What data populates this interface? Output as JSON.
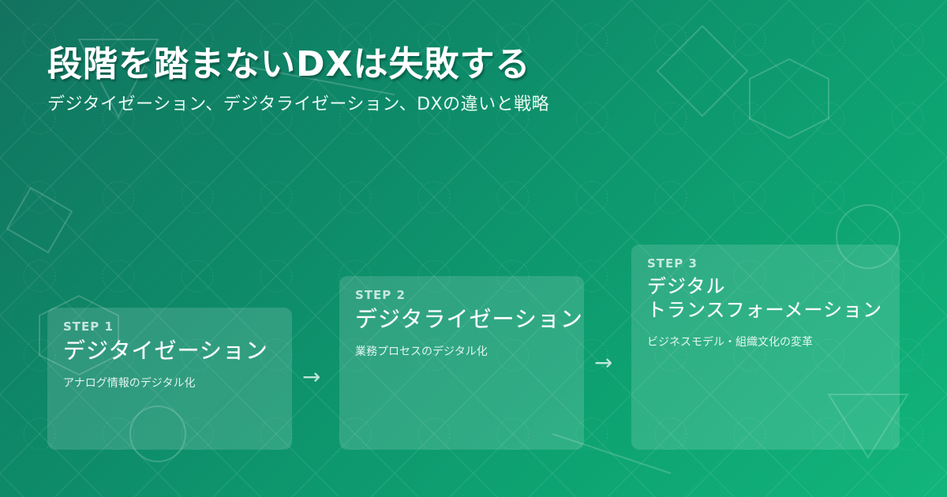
{
  "header": {
    "title": "段階を踏まないDXは失敗する",
    "subtitle": "デジタイゼーション、デジタライゼーション、DXの違いと戦略"
  },
  "steps": [
    {
      "label": "STEP 1",
      "title": "デジタイゼーション",
      "description": "アナログ情報のデジタル化"
    },
    {
      "label": "STEP 2",
      "title": "デジタライゼーション",
      "description": "業務プロセスのデジタル化"
    },
    {
      "label": "STEP 3",
      "title_line1": "デジタル",
      "title_line2": "トランスフォーメーション",
      "description": "ビジネスモデル・組織文化の変革"
    }
  ],
  "arrows": {
    "arrow_1": "→",
    "arrow_2": "→"
  },
  "icons": {
    "arrow": "right-arrow-icon",
    "decorations": [
      "triangle-outline",
      "diamond-outline",
      "hexagon-outline",
      "square-outline",
      "circle-outline",
      "line"
    ]
  },
  "colors": {
    "gradient_start": "#12735f",
    "gradient_end": "#12b57c",
    "card_fill": "rgba(255,255,255,0.14)",
    "text": "#ffffff"
  }
}
